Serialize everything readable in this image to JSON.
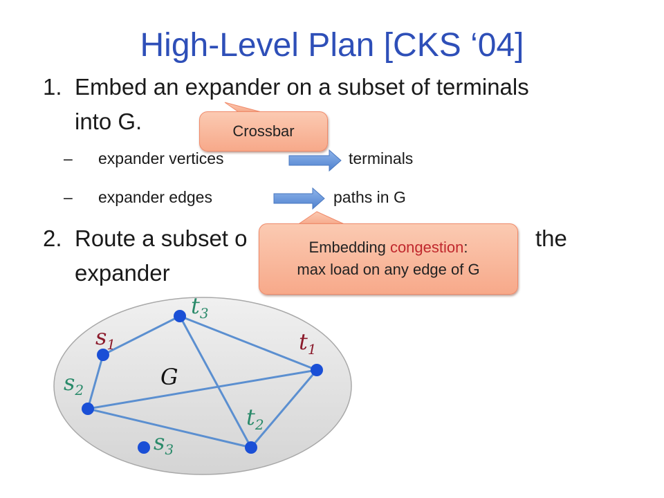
{
  "title": "High-Level Plan [CKS ‘04]",
  "items": [
    {
      "num": "1.",
      "line1": "Embed an expander on a subset of terminals",
      "line2": "into G."
    },
    {
      "num": "2.",
      "line1": "Route a subset o",
      "line1_end": "the",
      "line2": "expander"
    }
  ],
  "subitems": [
    {
      "dash": "–",
      "left": "expander vertices",
      "right": "terminals"
    },
    {
      "dash": "–",
      "left": "expander edges",
      "right": "paths in G"
    }
  ],
  "callouts": {
    "crossbar": "Crossbar",
    "congestion_prefix": "Embedding ",
    "congestion_word": "congestion",
    "congestion_suffix": ":",
    "congestion_line2": "max load on any edge of G"
  },
  "graph": {
    "label": "G",
    "vertices": [
      {
        "base": "s",
        "sub": "1",
        "color": "#8b1a2b"
      },
      {
        "base": "s",
        "sub": "2",
        "color": "#2a8a6a"
      },
      {
        "base": "s",
        "sub": "3",
        "color": "#2a8a6a"
      },
      {
        "base": "t",
        "sub": "1",
        "color": "#8b1a2b"
      },
      {
        "base": "t",
        "sub": "2",
        "color": "#2a8a6a"
      },
      {
        "base": "t",
        "sub": "3",
        "color": "#2a8a6a"
      }
    ]
  },
  "colors": {
    "title": "#2e4fb8",
    "edge": "#5b8fd0",
    "vertex": "#1a4fd6",
    "callout": "#f7a98a",
    "highlight": "#c0282d"
  }
}
